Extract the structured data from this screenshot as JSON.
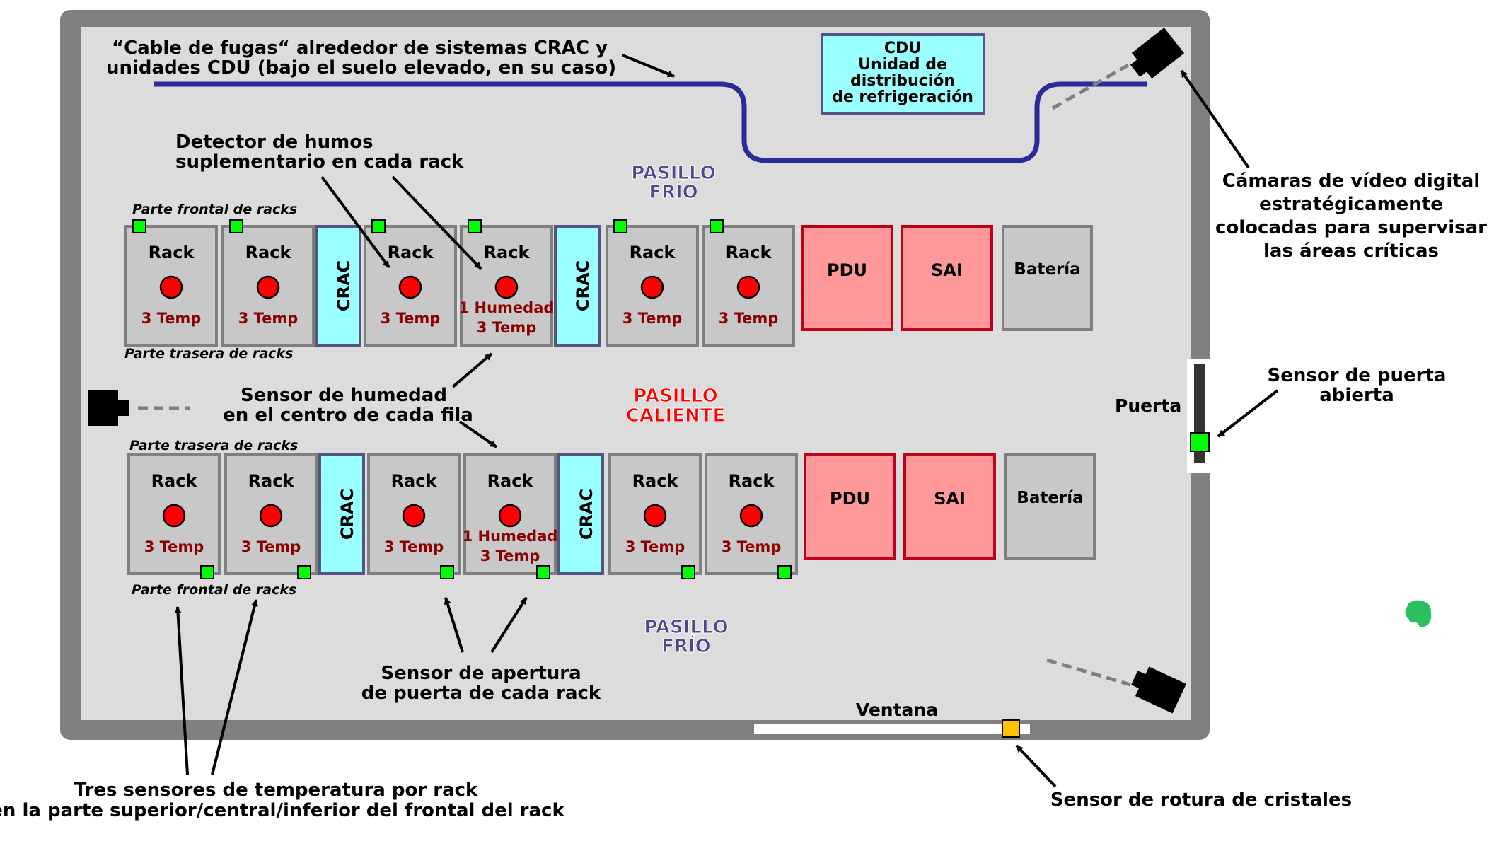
{
  "colors": {
    "wall": "#808080",
    "floor": "#dcdcdc",
    "rack_fill": "#c8c8c8",
    "rack_border": "#7f7f7f",
    "crac_fill": "#99ffff",
    "crac_border": "#55557f",
    "pdu_fill": "#ff9999",
    "pdu_border": "#c00018",
    "cable": "#2a2a9a",
    "smoke_detector": "#ff0000",
    "sensor_green": "#00ff00",
    "sensor_yellow": "#ffc000",
    "aisle_cold": "#4a4a88",
    "aisle_hot": "#ff0000",
    "temp_text": "#8b0000"
  },
  "labels": {
    "cable_line1": "“Cable de fugas“ alrededor de sistemas CRAC y",
    "cable_line2": "unidades CDU (bajo el suelo elevado, en su caso)",
    "cdu_line1": "CDU",
    "cdu_line2": "Unidad de",
    "cdu_line3": "distribución",
    "cdu_line4": "de refrigeración",
    "smoke_line1": "Detector de humos",
    "smoke_line2": "suplementario en cada rack",
    "cold_aisle_top_1": "PASILLO",
    "cold_aisle_top_2": "FRÍO",
    "hot_aisle_1": "PASILLO",
    "hot_aisle_2": "CALIENTE",
    "cold_aisle_bottom_1": "PASILLO",
    "cold_aisle_bottom_2": "FRÍO",
    "front_racks_top": "Parte frontal de racks",
    "rear_racks_top": "Parte trasera de racks",
    "rear_racks_bottom": "Parte trasera de racks",
    "front_racks_bottom": "Parte frontal de racks",
    "humidity_line1": "Sensor de humedad",
    "humidity_line2": "en el centro de cada fila",
    "door_open_line1": "Sensor de puerta",
    "door_open_line2": "abierta",
    "door": "Puerta",
    "rack_door_line1": "Sensor de apertura",
    "rack_door_line2": "de puerta de cada rack",
    "window": "Ventana",
    "glass_break": "Sensor de rotura de cristales",
    "temp_line1": "Tres sensores de temperatura por rack",
    "temp_line2": "en la parte superior/central/inferior del frontal del rack",
    "cameras_line1": "Cámaras de vídeo digital",
    "cameras_line2": "estratégicamente",
    "cameras_line3": "colocadas para supervisar",
    "cameras_line4": "las áreas críticas"
  },
  "top_row": [
    {
      "type": "rack",
      "name": "Rack",
      "line1": "3 Temp"
    },
    {
      "type": "rack",
      "name": "Rack",
      "line1": "3 Temp"
    },
    {
      "type": "crac",
      "name": "CRAC"
    },
    {
      "type": "rack",
      "name": "Rack",
      "line1": "3 Temp"
    },
    {
      "type": "rack",
      "name": "Rack",
      "line1": "1 Humedad",
      "line2": "3 Temp"
    },
    {
      "type": "crac",
      "name": "CRAC"
    },
    {
      "type": "rack",
      "name": "Rack",
      "line1": "3 Temp"
    },
    {
      "type": "rack",
      "name": "Rack",
      "line1": "3 Temp"
    },
    {
      "type": "pdu",
      "name": "PDU"
    },
    {
      "type": "pdu",
      "name": "SAI"
    },
    {
      "type": "battery",
      "name": "Batería"
    }
  ],
  "bottom_row": [
    {
      "type": "rack",
      "name": "Rack",
      "line1": "3 Temp"
    },
    {
      "type": "rack",
      "name": "Rack",
      "line1": "3 Temp"
    },
    {
      "type": "crac",
      "name": "CRAC"
    },
    {
      "type": "rack",
      "name": "Rack",
      "line1": "3 Temp"
    },
    {
      "type": "rack",
      "name": "Rack",
      "line1": "1 Humedad",
      "line2": "3 Temp"
    },
    {
      "type": "crac",
      "name": "CRAC"
    },
    {
      "type": "rack",
      "name": "Rack",
      "line1": "3 Temp"
    },
    {
      "type": "rack",
      "name": "Rack",
      "line1": "3 Temp"
    },
    {
      "type": "pdu",
      "name": "PDU"
    },
    {
      "type": "pdu",
      "name": "SAI"
    },
    {
      "type": "battery",
      "name": "Batería"
    }
  ]
}
